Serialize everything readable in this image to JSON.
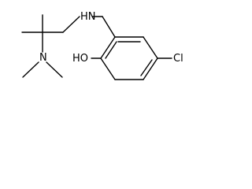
{
  "molecule": {
    "atoms": {
      "amine_nh": "HN",
      "dimethylamino_n": "N",
      "hydroxyl": "HO",
      "chlorine": "Cl"
    }
  },
  "colors": {
    "background": "#ffffff",
    "ink": "#000000"
  }
}
